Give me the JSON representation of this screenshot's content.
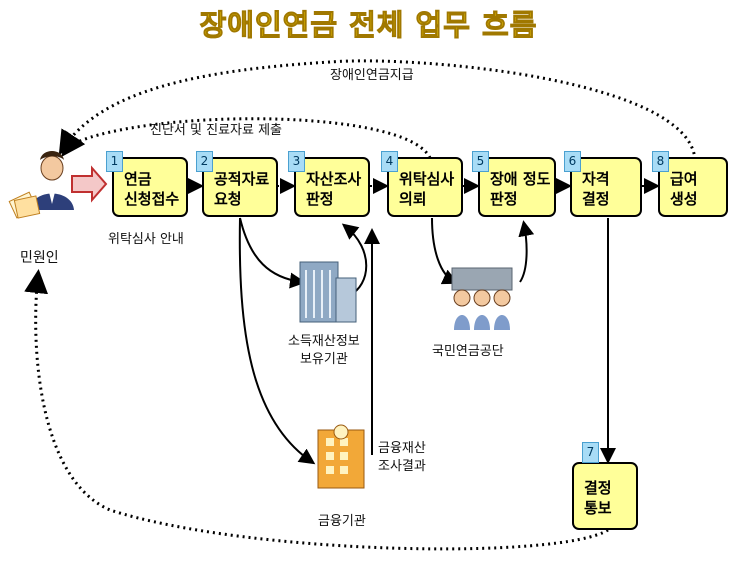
{
  "title": "장애인연금 전체 업무 흐름",
  "top_arc_label": "장애인연금지급",
  "second_arc_label": "진단서 및 진료자료 제출",
  "applicant_label": "민원인",
  "note_under_step1": "위탁심사 안내",
  "steps": [
    {
      "num": "1",
      "line1": "연금",
      "line2": "신청접수"
    },
    {
      "num": "2",
      "line1": "공적자료",
      "line2": "요청"
    },
    {
      "num": "3",
      "line1": "자산조사",
      "line2": "판정"
    },
    {
      "num": "4",
      "line1": "위탁심사",
      "line2": "의뢰"
    },
    {
      "num": "5",
      "line1": "장애 정도",
      "line2": "판정"
    },
    {
      "num": "6",
      "line1": "자격",
      "line2": "결정"
    },
    {
      "num": "8",
      "line1": "급여",
      "line2": "생성"
    },
    {
      "num": "7",
      "line1": "결정",
      "line2": "통보"
    }
  ],
  "income_org": {
    "line1": "소득재산정보",
    "line2": "보유기관"
  },
  "pension_service": "국민연금공단",
  "financial_inst": "금융기관",
  "financial_result": {
    "line1": "금융재산",
    "line2": "조사결과"
  },
  "colors": {
    "box_fill": "#ffff99",
    "badge_fill": "#a8dcf6",
    "title": "#f6d000"
  }
}
